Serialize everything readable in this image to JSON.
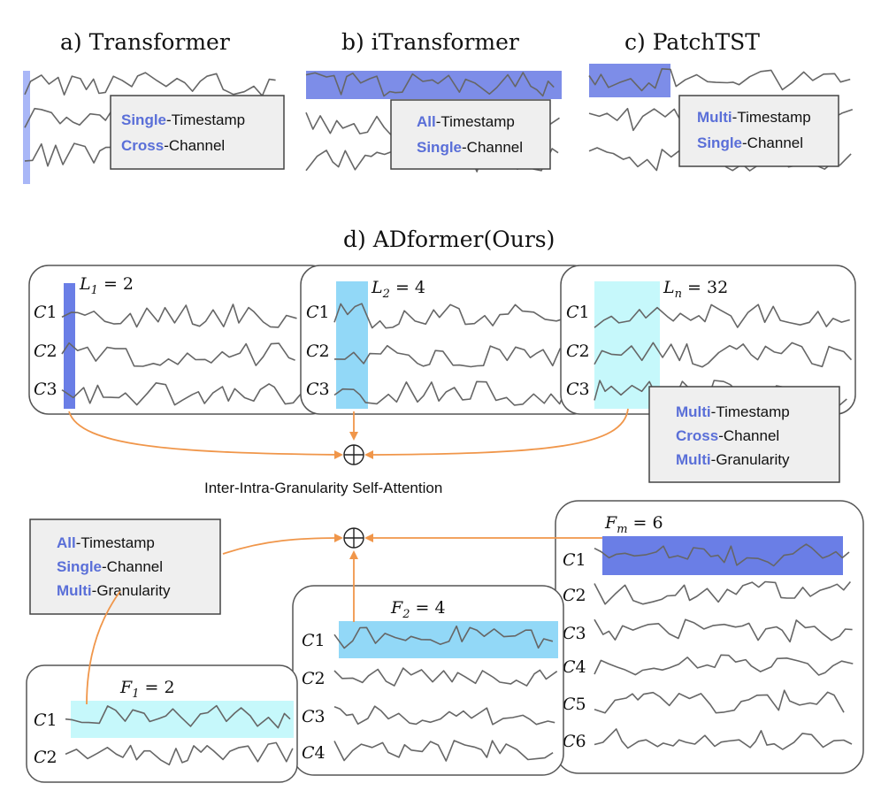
{
  "titles": {
    "a": "a) Transformer",
    "b": "b) iTransformer",
    "c": "c) PatchTST",
    "d": "d) ADformer(Ours)"
  },
  "box_a": {
    "line1_kw": "Single",
    "line1_rest": "-Timestamp",
    "line2_kw": "Cross",
    "line2_rest": "-Channel"
  },
  "box_b": {
    "line1_kw": "All",
    "line1_rest": "-Timestamp",
    "line2_kw": "Single",
    "line2_rest": "-Channel"
  },
  "box_c": {
    "line1_kw": "Multi",
    "line1_rest": "-Timestamp",
    "line2_kw": "Single",
    "line2_rest": "-Channel"
  },
  "box_inter": {
    "line1_kw": "Multi",
    "line1_rest": "-Timestamp",
    "line2_kw": "Cross",
    "line2_rest": "-Channel",
    "line3_kw": "Multi",
    "line3_rest": "-Granularity"
  },
  "box_intra": {
    "line1_kw": "All",
    "line1_rest": "-Timestamp",
    "line2_kw": "Single",
    "line2_rest": "-Channel",
    "line3_kw": "Multi",
    "line3_rest": "-Granularity"
  },
  "attention_label": "Inter-Intra-Granularity Self-Attention",
  "plus_symbol": "⊕",
  "granularity_labels": {
    "L1": {
      "var": "L",
      "sub": "1",
      "eq": " = 2"
    },
    "L2": {
      "var": "L",
      "sub": "2",
      "eq": " = 4"
    },
    "Ln": {
      "var": "L",
      "sub": "n",
      "eq": " = 32"
    },
    "F1": {
      "var": "F",
      "sub": "1",
      "eq": " = 2"
    },
    "F2": {
      "var": "F",
      "sub": "2",
      "eq": " = 4"
    },
    "Fm": {
      "var": "F",
      "sub": "m",
      "eq": " = 6"
    }
  },
  "channels": {
    "L1": [
      "C1",
      "C2",
      "C3"
    ],
    "L2": [
      "C1",
      "C2",
      "C3"
    ],
    "Ln": [
      "C1",
      "C2",
      "C3"
    ],
    "F1": [
      "C1",
      "C2"
    ],
    "F2": [
      "C1",
      "C2",
      "C3",
      "C4"
    ],
    "Fm": [
      "C1",
      "C2",
      "C3",
      "C4",
      "C5",
      "C6"
    ]
  },
  "colors": {
    "keyword": "#5a6fd8",
    "highlight_dark": "#6a7ee6",
    "highlight_mid": "#a9b7f7",
    "highlight_sky": "#92d8f7",
    "highlight_cyan": "#c6f8fb",
    "arrow": "#f0964a"
  }
}
